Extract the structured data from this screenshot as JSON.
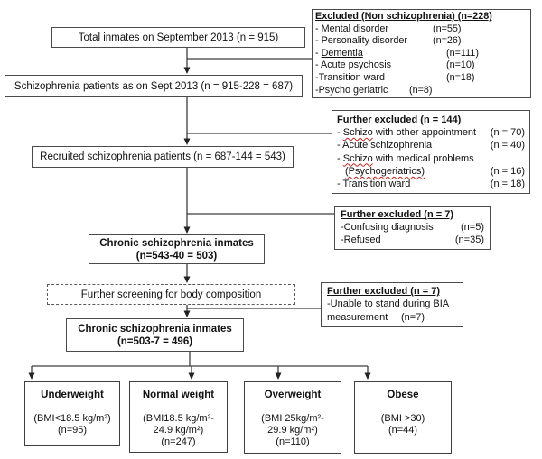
{
  "colors": {
    "line": "#3d3d3d",
    "box_border": "#4b4b4b",
    "text": "#111111",
    "spellcheck_squiggle": "#c42222"
  },
  "flow": {
    "total": "Total inmates on September 2013 (n = 915)",
    "schizophrenia": "Schizophrenia patients as on Sept 2013 (n = 915-228 = 687)",
    "recruited": "Recruited schizophrenia patients (n = 687-144 = 543)",
    "chronic1_line1": "Chronic schizophrenia inmates",
    "chronic1_line2": "(n=543-40 = 503)",
    "screening": "Further screening for body composition",
    "chronic2_line1": "Chronic schizophrenia inmates",
    "chronic2_line2": "(n=503-7 = 496)"
  },
  "excluded1": {
    "title": "Excluded (Non schizophrenia) (n=228)",
    "items": [
      {
        "label": "- Mental disorder",
        "value": "(n=55)"
      },
      {
        "label": "- Personality disorder",
        "value": "(n=26)"
      },
      {
        "pre": "- ",
        "word": "Dementia",
        "value": "(n=111)"
      },
      {
        "label": "- Acute psychosis",
        "value": "(n=10)"
      },
      {
        "label": "-Transition ward",
        "value": "(n=18)"
      },
      {
        "label": "-Psycho geriatric",
        "value": "(n=8)"
      }
    ]
  },
  "excluded2": {
    "title": "Further excluded (n = 144)",
    "items": [
      {
        "pre": "- ",
        "word": "Schizo",
        "post": " with other appointment",
        "value": "(n = 70)"
      },
      {
        "label": "- Acute schizophrenia",
        "value": "(n = 40)"
      },
      {
        "pre": "- ",
        "word": "Schizo",
        "post": " with medical problems",
        "value": ""
      },
      {
        "word": "(Psychogeriatrics)",
        "value": "(n = 16)"
      },
      {
        "label": "- Transition ward",
        "value": "(n = 18)"
      }
    ]
  },
  "excluded3": {
    "title": "Further excluded (n = 7)",
    "items": [
      {
        "label": "-Confusing diagnosis",
        "value": "(n=5)"
      },
      {
        "label": "-Refused",
        "value": "(n=35)"
      }
    ]
  },
  "excluded4": {
    "title": "Further excluded (n = 7)",
    "items": [
      {
        "label": "-Unable to stand during BIA",
        "value": ""
      },
      {
        "label": "measurement",
        "value": "(n=7)"
      }
    ]
  },
  "bmi_groups": [
    {
      "title": "Underweight",
      "lines": [
        "(BMI<18.5 kg/m²)"
      ],
      "n": "(n=95)"
    },
    {
      "title": "Normal weight",
      "lines": [
        "(BMI18.5 kg/m²-",
        "24.9 kg/m²)"
      ],
      "n": "(n=247)"
    },
    {
      "title": "Overweight",
      "lines": [
        "(BMI 25kg/m²-",
        "29.9 kg/m²)"
      ],
      "n": "(n=110)"
    },
    {
      "title": "Obese",
      "lines": [
        "(BMI >30)"
      ],
      "n": "(n=44)"
    }
  ]
}
